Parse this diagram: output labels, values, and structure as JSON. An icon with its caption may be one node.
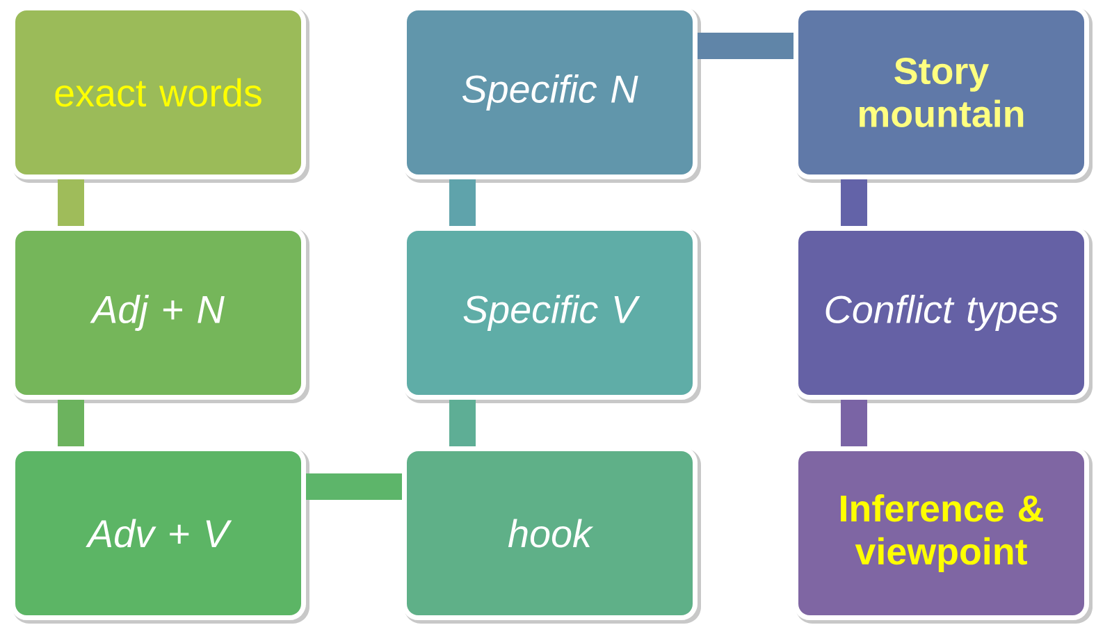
{
  "diagram": {
    "nodes": [
      {
        "text": [
          "exact words"
        ]
      },
      {
        "text": [
          "Specific N"
        ]
      },
      {
        "text": [
          "Story mountain"
        ]
      },
      {
        "text": [
          "Adj + N"
        ]
      },
      {
        "text": [
          "Specific V"
        ]
      },
      {
        "text": [
          "Conflict types"
        ]
      },
      {
        "text": [
          "Adv + V"
        ]
      },
      {
        "text": [
          "hook"
        ]
      },
      {
        "text": [
          "Inference & viewpoint"
        ]
      }
    ],
    "edges": [
      {
        "from": 0,
        "to": 3,
        "arrow": "none",
        "color": "#9fbc5a"
      },
      {
        "from": 3,
        "to": 6,
        "arrow": "none",
        "color": "#6cb35e"
      },
      {
        "from": 6,
        "to": 7,
        "arrow": "none",
        "color": "#5db56a"
      },
      {
        "from": 7,
        "to": 4,
        "arrow": "none",
        "color": "#5eae95"
      },
      {
        "from": 4,
        "to": 1,
        "arrow": "none",
        "color": "#5fa3ab"
      },
      {
        "from": 1,
        "to": 2,
        "arrow": "none",
        "color": "#6085a8"
      },
      {
        "from": 2,
        "to": 5,
        "arrow": "none",
        "color": "#6363a8"
      },
      {
        "from": 5,
        "to": 8,
        "arrow": "none",
        "color": "#7a64a5"
      }
    ]
  }
}
